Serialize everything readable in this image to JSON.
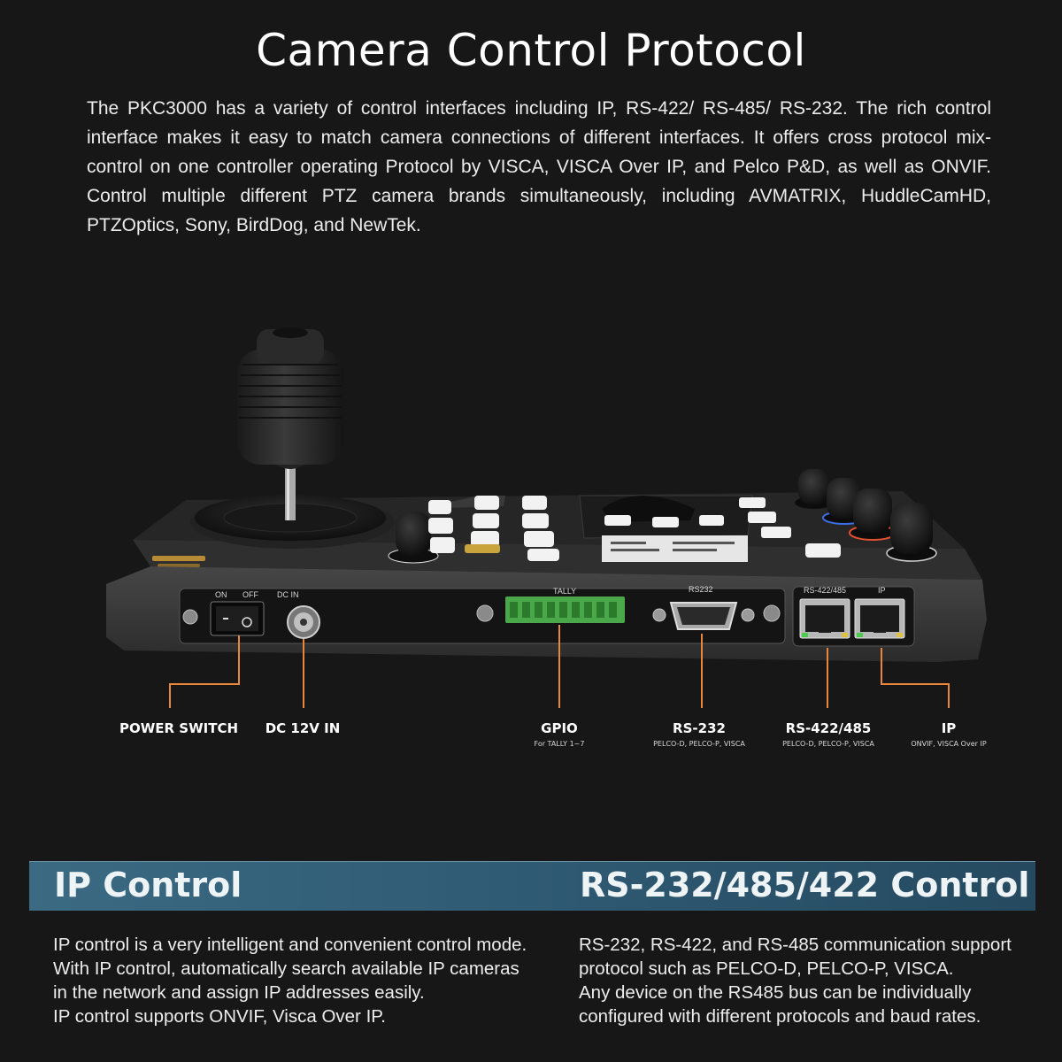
{
  "title": "Camera Control Protocol",
  "intro": "The PKC3000 has a variety of control interfaces including IP, RS-422/ RS-485/ RS-232. The rich control interface makes it easy to match camera connections of different interfaces. It offers cross protocol mix-control on one controller operating Protocol by VISCA, VISCA Over IP, and Pelco P&D, as well as ONVIF. Control multiple different PTZ camera brands simultaneously, including AVMATRIX, HuddleCamHD, PTZOptics, Sony, BirdDog, and NewTek.",
  "panel_labels": {
    "on": "ON",
    "off": "OFF",
    "dc_in": "DC IN",
    "tally": "TALLY",
    "rs232": "RS232",
    "rs422_485": "RS-422/485",
    "ip": "IP"
  },
  "callouts": {
    "power_switch": {
      "label": "POWER SWITCH"
    },
    "dc_in": {
      "label": "DC 12V IN"
    },
    "gpio": {
      "label": "GPIO",
      "sub": "For TALLY 1~7"
    },
    "rs232": {
      "label": "RS-232",
      "sub": "PELCO-D, PELCO-P, VISCA"
    },
    "rs422_485": {
      "label": "RS-422/485",
      "sub": "PELCO-D, PELCO-P, VISCA"
    },
    "ip": {
      "label": "IP",
      "sub": "ONVIF, VISCA Over IP"
    }
  },
  "banner": {
    "left_heading": "IP Control",
    "right_heading": "RS-232/485/422 Control"
  },
  "ip_control_lines": [
    "IP control is a very intelligent and convenient control mode.",
    "With IP control, automatically search available IP cameras",
    "in the network and assign IP addresses easily.",
    "IP control supports ONVIF, Visca Over IP."
  ],
  "rs_control_lines": [
    "RS-232, RS-422, and RS-485 communication support",
    "protocol such as PELCO-D, PELCO-P, VISCA.",
    "Any device on the RS485 bus can be individually",
    "configured with different protocols and baud rates."
  ],
  "colors": {
    "background": "#171717",
    "callout_line": "#e8873a",
    "banner": "#2f5a73",
    "terminal_green": "#4aa84a"
  }
}
